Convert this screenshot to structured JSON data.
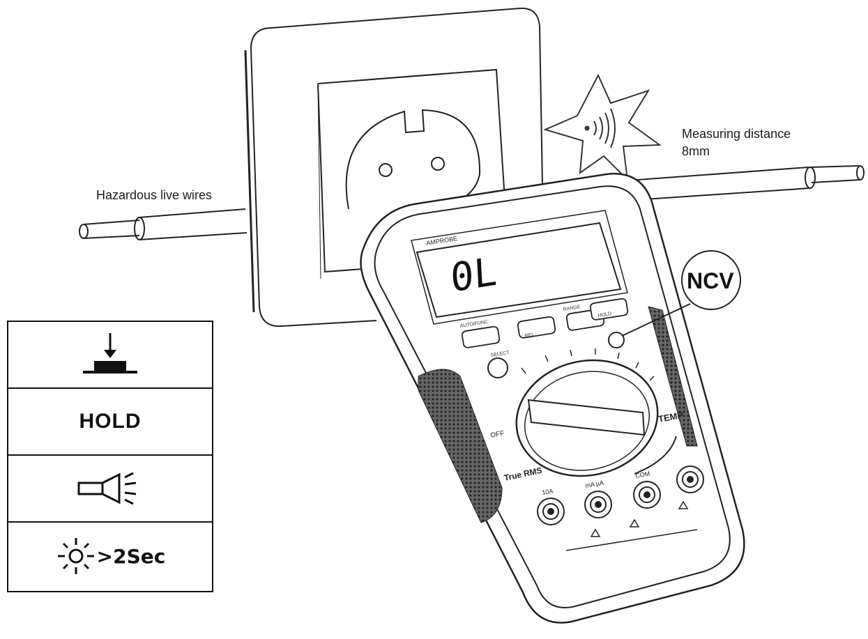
{
  "labels": {
    "hazardous": "Hazardous live wires",
    "distance_line1": "Measuring distance",
    "distance_line2": "8mm",
    "ncv": "NCV"
  },
  "meter": {
    "brand": "AMPROBE",
    "display": "0L",
    "true_rms": "True RMS",
    "buttons": [
      "AUTO/FUNC",
      "REL",
      "RANGE",
      "HOLD"
    ],
    "select_label": "SELECT",
    "dial_off": "OFF",
    "temp_label": "TEMP",
    "jacks": [
      "10A",
      "mA µA",
      "COM"
    ]
  },
  "legend": {
    "hold_text": "HOLD",
    "duration_text": ">2Sec"
  }
}
